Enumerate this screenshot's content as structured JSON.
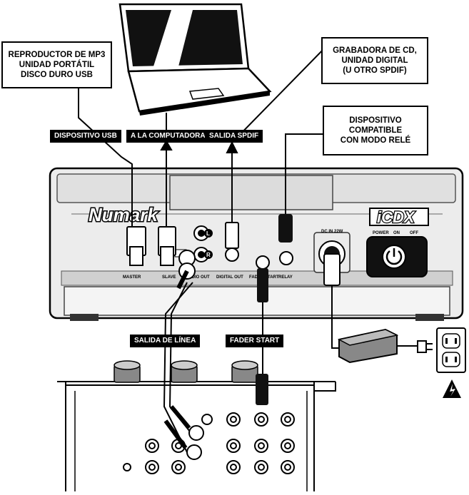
{
  "callouts": {
    "mp3": [
      "REPRODUCTOR DE MP3",
      "UNIDAD PORTÁTIL",
      "DISCO DURO USB"
    ],
    "cd": [
      "GRABADORA DE CD,",
      "UNIDAD DIGITAL",
      "(U OTRO SPDIF)"
    ],
    "relay_device": [
      "DISPOSITIVO",
      "COMPATIBLE",
      "CON MODO RELÉ"
    ]
  },
  "tags": {
    "usb_device": "DISPOSITIVO USB",
    "computer": "A LA COMPUTADORA",
    "spdif_out": "SALIDA SPDIF",
    "line_out": "SALIDA DE LÍNEA",
    "fader_start": "FADER START"
  },
  "device": {
    "brand": "Numark",
    "model": "iCDX",
    "panel_labels": {
      "master": "MASTER",
      "slave": "SLAVE",
      "audio_out": "AUDIO OUT",
      "digital_out": "DIGITAL OUT",
      "fader_start": "FADER START",
      "relay": "RELAY",
      "dc_in": "DC IN 22W",
      "power": "POWER",
      "on": "ON",
      "off": "OFF",
      "left": "L",
      "right": "R"
    }
  },
  "icons": {
    "warning": "high-voltage-warning-icon",
    "power": "power-button-icon",
    "outlet": "wall-outlet-icon"
  }
}
